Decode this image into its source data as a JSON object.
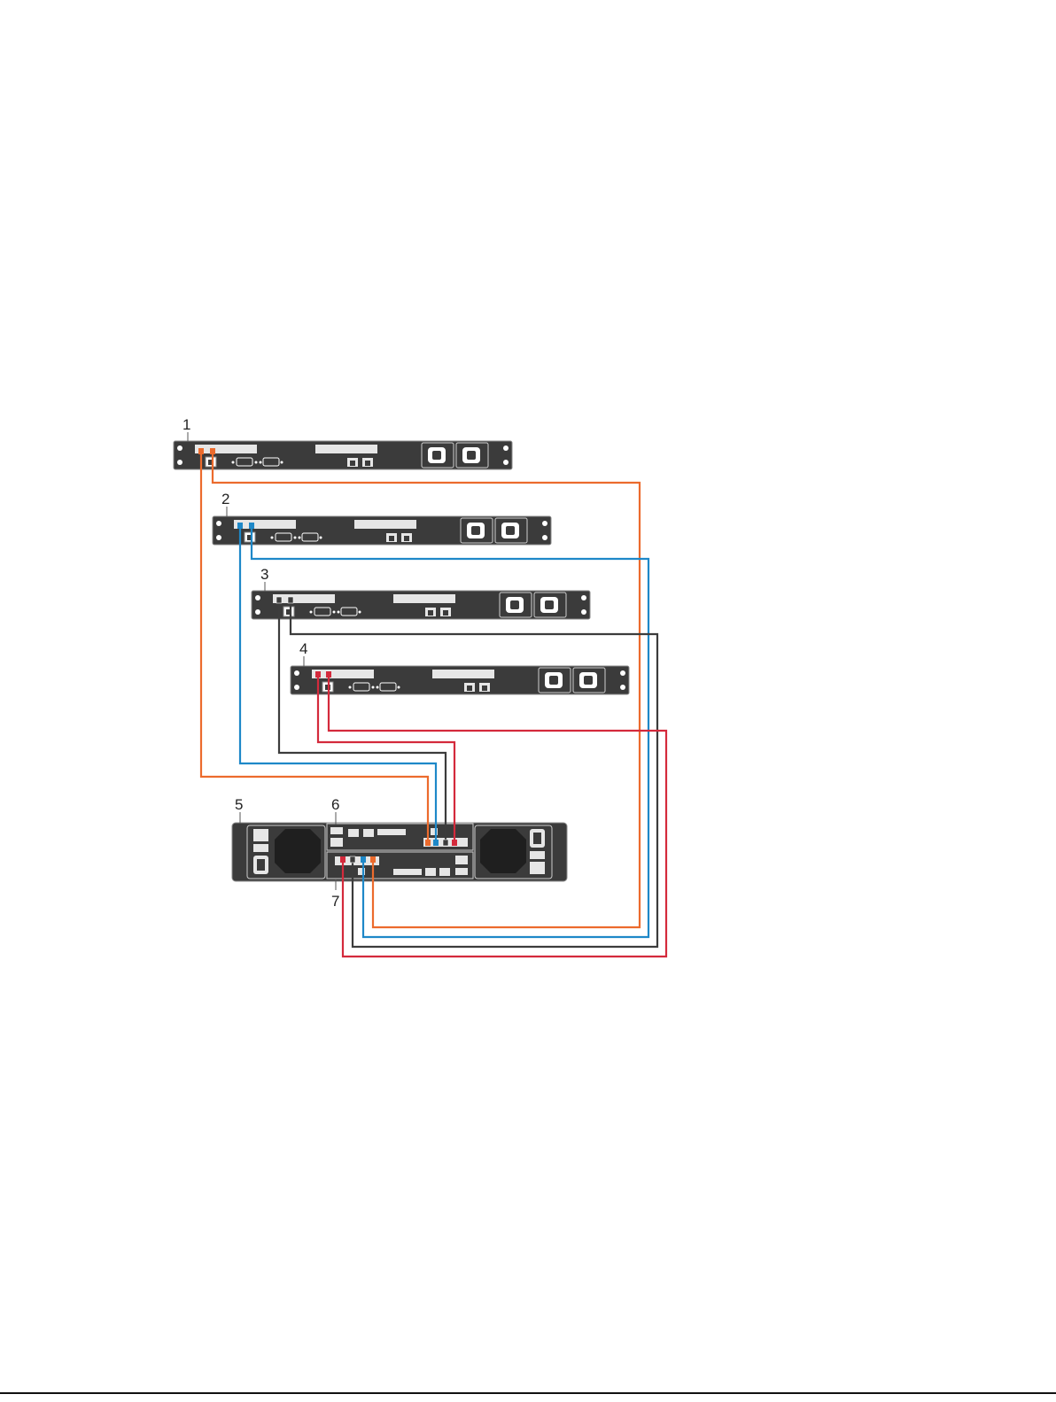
{
  "diagram": {
    "callouts": {
      "unit1": "1",
      "unit2": "2",
      "unit3": "3",
      "unit4": "4",
      "storage_enclosure": "5",
      "controller_top": "6",
      "controller_bottom": "7"
    },
    "colors": {
      "chassis": "#3b3b3b",
      "panel": "#d9d9d9",
      "cable_orange": "#ec6b2d",
      "cable_blue": "#1e88c8",
      "cable_gray": "#3c3c3c",
      "cable_red": "#d42a3c",
      "fan": "#333333"
    }
  }
}
